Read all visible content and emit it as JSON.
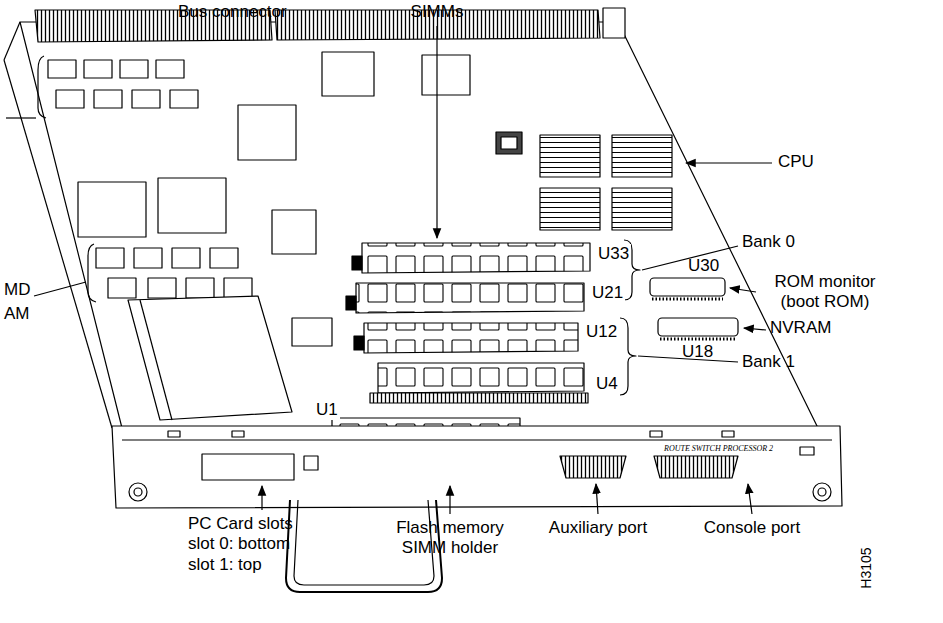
{
  "diagram": {
    "labels": [
      "Bus connector",
      "SIMMs",
      "CPU",
      "Bank 0",
      "U33",
      "U30",
      "ROM monitor (boot ROM)",
      "U21",
      "NVRAM",
      "U12",
      "U18",
      "Bank 1",
      "U4",
      "MD",
      "AM",
      "U1",
      "ROUTE SWITCH PROCESSOR 2",
      "H3105",
      "PC Card slots slot 0: bottom slot 1: top",
      "Flash memory SIMM holder",
      "Auxiliary port",
      "Console port"
    ]
  }
}
